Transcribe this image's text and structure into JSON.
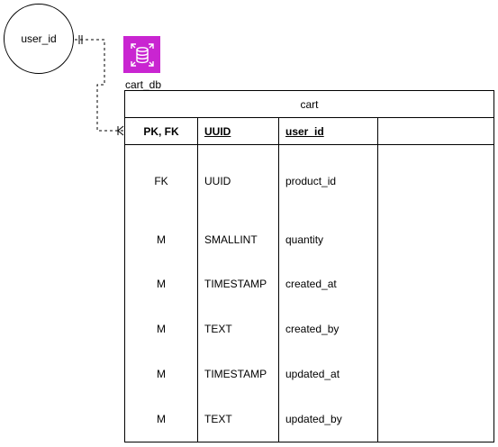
{
  "entity": {
    "label": "user_id"
  },
  "database": {
    "icon": "database-icon",
    "label": "cart_db",
    "color": "#c925d1"
  },
  "table": {
    "title": "cart",
    "header": {
      "key": "PK, FK",
      "type": "UUID",
      "name": "user_id"
    },
    "rows": [
      {
        "key": "FK",
        "type": "UUID",
        "name": "product_id"
      },
      {
        "key": "M",
        "type": "SMALLINT",
        "name": "quantity"
      },
      {
        "key": "M",
        "type": "TIMESTAMP",
        "name": "created_at"
      },
      {
        "key": "M",
        "type": "TEXT",
        "name": "created_by"
      },
      {
        "key": "M",
        "type": "TIMESTAMP",
        "name": "updated_at"
      },
      {
        "key": "M",
        "type": "TEXT",
        "name": "updated_by"
      }
    ]
  },
  "relationship": {
    "source_end": "one",
    "target_end": "many"
  }
}
